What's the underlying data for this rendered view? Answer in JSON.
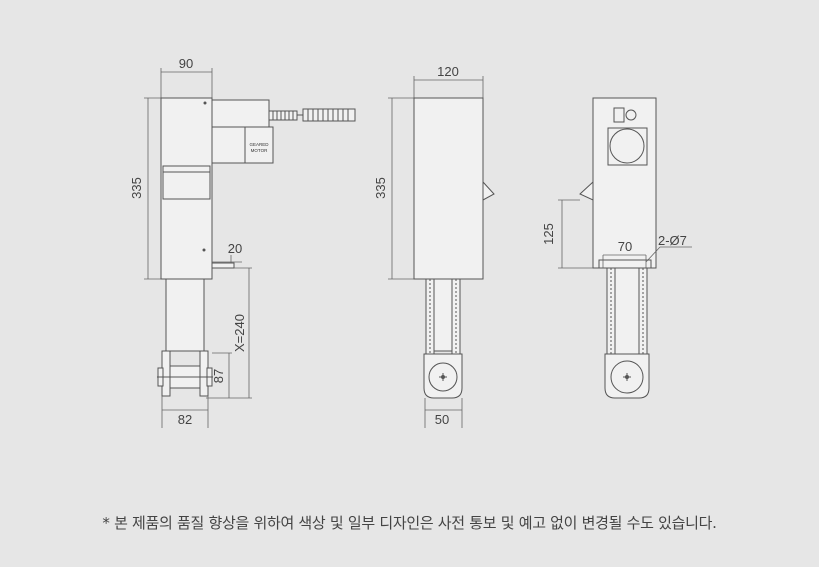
{
  "diagram": {
    "front_view": {
      "dim_width": "90",
      "dim_height": "335",
      "dim_offset": "20",
      "dim_stroke": "X=240",
      "dim_wheel_height": "87",
      "dim_wheel_width": "82",
      "motor_label_line1": "GEARED",
      "motor_label_line2": "MOTOR"
    },
    "side_view": {
      "dim_width": "120",
      "dim_height": "335",
      "dim_wheel_width": "50"
    },
    "rear_view": {
      "dim_mount_height": "125",
      "dim_hole_spacing": "70",
      "dim_holes": "2-Ø7"
    }
  },
  "note": "* 본 제품의 품질 향상을 위하여 색상 및 일부 디자인은 사전 통보 및 예고 없이 변경될 수도 있습니다.",
  "colors": {
    "background": "#e6e6e6",
    "line": "#555555",
    "text": "#444444"
  }
}
